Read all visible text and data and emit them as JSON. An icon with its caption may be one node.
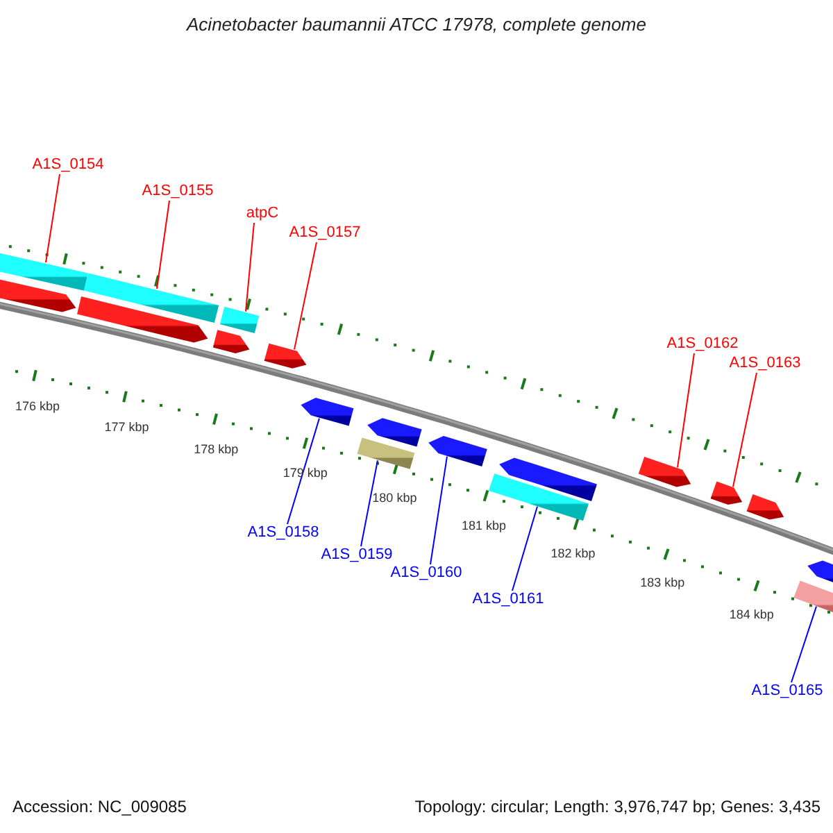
{
  "diagram": {
    "title": "Acinetobacter baumannii ATCC 17978, complete genome",
    "nodes": [
      {
        "text": [
          "A1S_0154"
        ]
      },
      {
        "text": [
          "A1S_0155"
        ]
      },
      {
        "text": [
          "atpC"
        ]
      },
      {
        "text": [
          "A1S_0157"
        ]
      },
      {
        "text": [
          "A1S_0162"
        ]
      },
      {
        "text": [
          "A1S_0163"
        ]
      },
      {
        "text": [
          "A1S_0158"
        ]
      },
      {
        "text": [
          "A1S_0159"
        ]
      },
      {
        "text": [
          "A1S_0160"
        ]
      },
      {
        "text": [
          "A1S_0161"
        ]
      },
      {
        "text": [
          "A1S_0165"
        ]
      },
      {
        "text": [],
        "shape": "pentagon"
      },
      {
        "text": [],
        "shape": "bar"
      },
      {
        "text": [],
        "shape": "pentagon"
      },
      {
        "text": [],
        "shape": "bar"
      },
      {
        "text": [],
        "shape": "pentagon"
      },
      {
        "text": [],
        "shape": "bar"
      },
      {
        "text": [],
        "shape": "pentagon"
      },
      {
        "text": [],
        "shape": "pentagon"
      },
      {
        "text": [],
        "shape": "bar"
      },
      {
        "text": [],
        "shape": "pentagon"
      },
      {
        "text": [],
        "shape": "pentagon"
      },
      {
        "text": [],
        "shape": "bar"
      },
      {
        "text": [],
        "shape": "pentagon"
      },
      {
        "text": [],
        "shape": "pentagon"
      },
      {
        "text": [],
        "shape": "pentagon"
      },
      {
        "text": [],
        "shape": "pentagon"
      },
      {
        "text": [],
        "shape": "bar"
      },
      {
        "text": [],
        "shape": "pentagon"
      }
    ],
    "edges": [
      {
        "from": 0,
        "to": 12,
        "arrow": "none"
      },
      {
        "from": 1,
        "to": 14,
        "arrow": "none"
      },
      {
        "from": 2,
        "to": 16,
        "arrow": "none"
      },
      {
        "from": 3,
        "to": 17,
        "arrow": "none"
      },
      {
        "from": 4,
        "to": 24,
        "arrow": "none"
      },
      {
        "from": 5,
        "to": 25,
        "arrow": "none"
      },
      {
        "from": 6,
        "to": 18,
        "arrow": "none",
        "color": "#0000ff"
      },
      {
        "from": 7,
        "to": 19,
        "arrow": "none",
        "color": "#0000ff"
      },
      {
        "from": 8,
        "to": 21,
        "arrow": "none",
        "color": "#0000ff"
      },
      {
        "from": 9,
        "to": 22,
        "arrow": "none",
        "color": "#0000ff"
      },
      {
        "from": 10,
        "to": 27,
        "arrow": "none",
        "color": "#0000ff"
      }
    ],
    "labels": [
      "176 kbp",
      "177 kbp",
      "178 kbp",
      "179 kbp",
      "180 kbp",
      "181 kbp",
      "182 kbp",
      "183 kbp",
      "184 kbp",
      "Accession: NC_009085",
      "Topology: circular; Length: 3,976,747 bp; Genes: 3,435"
    ]
  }
}
